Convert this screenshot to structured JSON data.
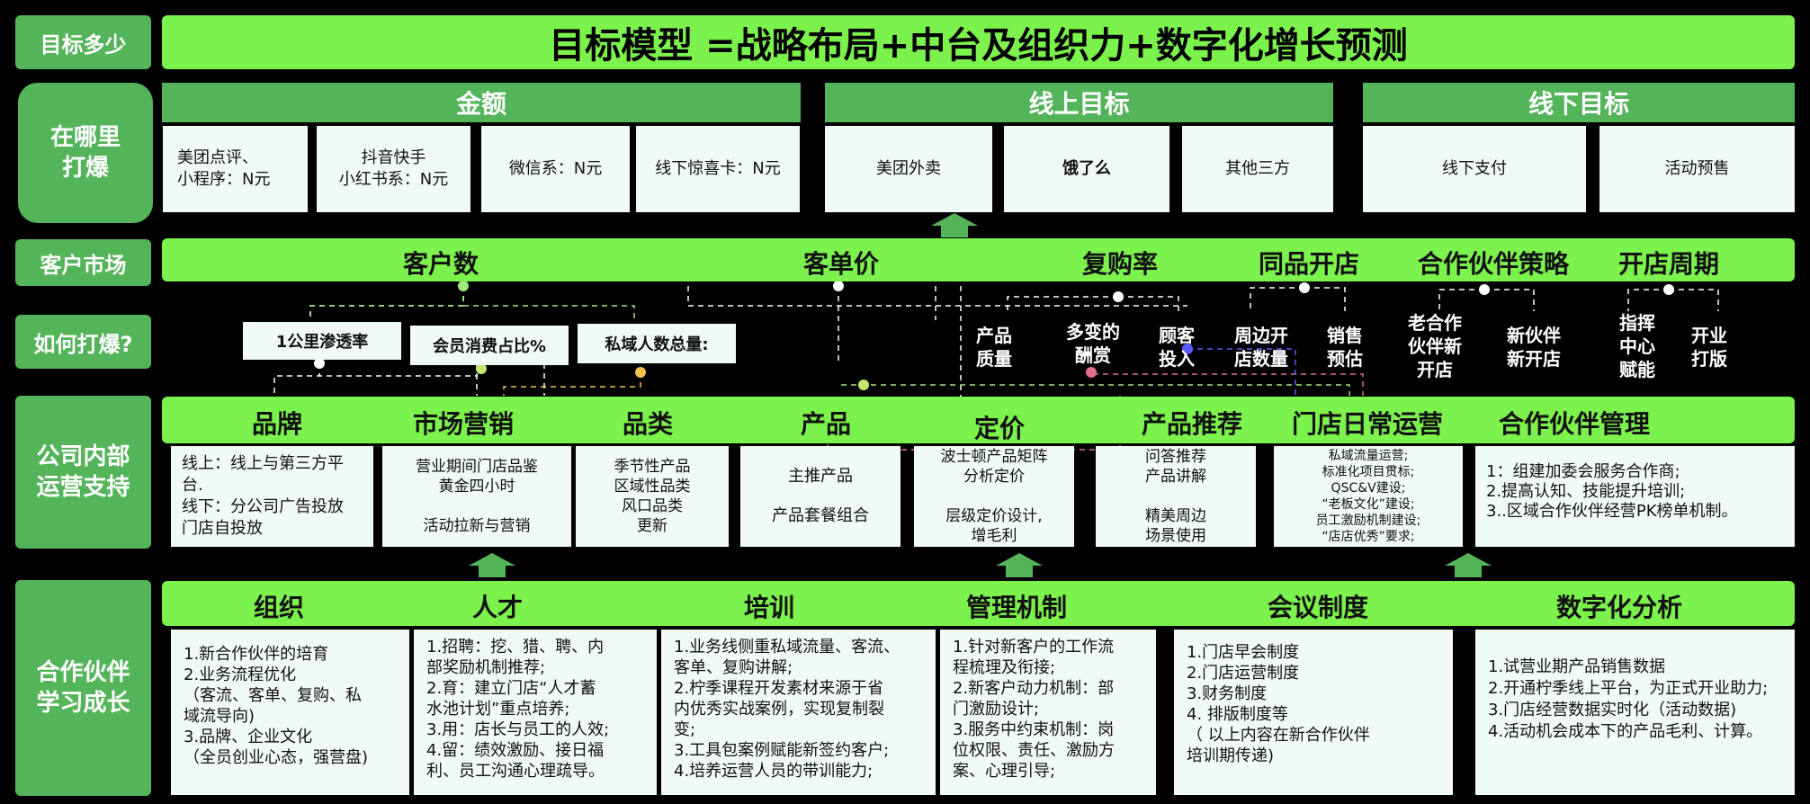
{
  "rows": {
    "r1_label": "目标多少",
    "r2_label": "在哪里\n打爆",
    "r3_label": "客户市场",
    "r4_label": "如何打爆?",
    "r5_label": "公司内部\n运营支持",
    "r6_label": "合作伙伴\n学习成长"
  },
  "title": "目标模型 =战略布局+中台及组织力+数字化增长预测",
  "amount": {
    "header": "金额",
    "items": [
      "美团点评、\n小程序：N元",
      "抖音快手\n小红书系：N元",
      "微信系：N元",
      "线下惊喜卡：N元"
    ]
  },
  "online": {
    "header": "线上目标",
    "items": [
      "美团外卖",
      "饿了么",
      "其他三方"
    ]
  },
  "offline": {
    "header": "线下目标",
    "items": [
      "线下支付",
      "活动预售"
    ]
  },
  "customer_market": [
    "客户数",
    "客单价",
    "复购率",
    "同品开店",
    "合作伙伴策略",
    "开店周期"
  ],
  "how": {
    "boxes": [
      "1公里渗透率",
      "会员消费占比%",
      "私域人数总量:"
    ],
    "sub": [
      "产品\n质量",
      "多变的\n酬赏",
      "顾客\n投入",
      "周边开\n店数量",
      "销售\n预估",
      "老合作\n伙伴新\n开店",
      "新伙伴\n新开店",
      "指挥\n中心\n赋能",
      "开业\n打版"
    ]
  },
  "ops": {
    "headers": [
      "品牌",
      "市场营销",
      "品类",
      "产品",
      "定价",
      "产品推荐",
      "门店日常运营",
      "合作伙伴管理"
    ],
    "texts": [
      "线上：线上与第三方平\n台.\n线下：分公司广告投放\n门店自投放",
      "营业期间门店品鉴\n黄金四小时\n\n活动拉新与营销",
      "季节性产品\n区域性品类\n风口品类\n更新",
      "主推产品\n\n产品套餐组合",
      "波士顿产品矩阵\n分析定价\n\n层级定价设计,\n增毛利",
      "问答推荐\n产品讲解\n\n精美周边\n场景使用",
      "私域流量运营;\n标准化项目贯标;\nQSC&V建设;\n“老板文化”建设;\n员工激励机制建设;\n“店店优秀”要求;",
      "1：组建加委会服务合作商;\n2.提高认知、技能提升培训;\n3..区域合作伙伴经营PK榜单机制。"
    ]
  },
  "growth": {
    "headers": [
      "组织",
      "人才",
      "培训",
      "管理机制",
      "会议制度",
      "数字化分析"
    ],
    "texts": [
      "1.新合作伙伴的培育\n2.业务流程优化\n  （客流、客单、复购、私\n域流导向)\n3.品牌、企业文化\n  （全员创业心态，强营盘)",
      "1.招聘：挖、猎、聘、内\n部奖励机制推荐;\n2.育：建立门店“人才蓄\n水池计划”重点培养;\n3.用：店长与员工的人效;\n4.留：绩效激励、接日福\n利、员工沟通心理疏导。",
      "1.业务线侧重私域流量、客流、\n客单、复购讲解;\n2.柠季课程开发素材来源于省\n内优秀实战案例，实现复制裂\n变;\n3.工具包案例赋能新签约客户;\n4.培养运营人员的带训能力;",
      "1.针对新客户的工作流\n程梳理及衔接;\n2.新客户动力机制：部\n门激励设计;\n3.服务中约束机制：岗\n位权限、责任、激励方\n案、心理引导;",
      "1.门店早会制度\n2.门店运营制度\n3.财务制度\n4. 排版制度等\n  （ 以上内容在新合作伙伴\n培训期传递)",
      "1.试营业期产品销售数据\n2.开通柠季线上平台，为正式开业助力;\n3.门店经营数据实时化（活动数据)\n4.活动机会成本下的产品毛利、计算。"
    ]
  },
  "colors": {
    "bar": "#7cf24d",
    "label": "#54b45a",
    "box": "#f1fbf5",
    "background": "#000000"
  }
}
